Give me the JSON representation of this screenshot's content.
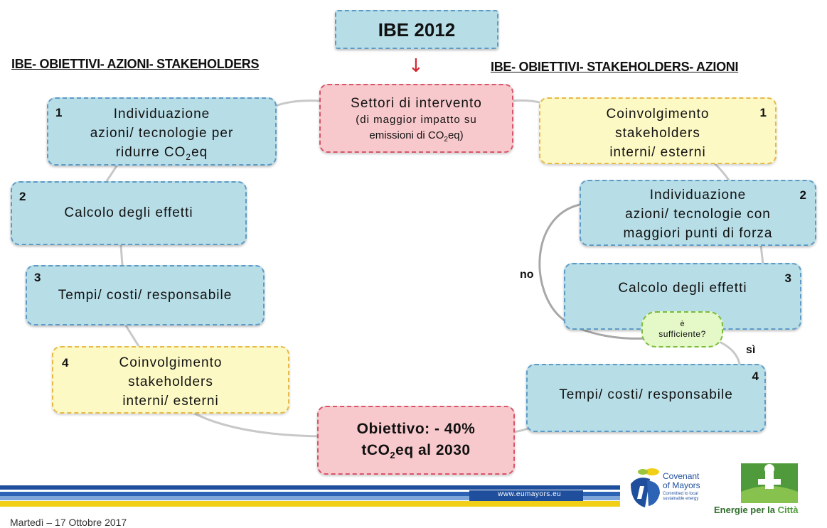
{
  "title": "IBE 2012",
  "left_heading": "IBE- OBIETTIVI- AZIONI- STAKEHOLDERS",
  "right_heading": "IBE- OBIETTIVI- STAKEHOLDERS- AZIONI",
  "arrow": "↓",
  "center_top": {
    "line1": "Settori di intervento",
    "line2": "(di maggior impatto su",
    "line3a": "emissioni di CO",
    "line3sub": "2",
    "line3b": "eq)"
  },
  "center_bottom": {
    "line1": "Obiettivo: - 40%",
    "line2a": "tCO",
    "line2sub": "2",
    "line2b": "eq al 2030"
  },
  "left_steps": [
    {
      "num": "1",
      "line1": "Individuazione",
      "line2": "azioni/ tecnologie per",
      "line3a": "ridurre CO",
      "line3sub": "2",
      "line3b": "eq"
    },
    {
      "num": "2",
      "text": "Calcolo degli effetti"
    },
    {
      "num": "3",
      "text": "Tempi/ costi/ responsabile"
    },
    {
      "num": "4",
      "line1": "Coinvolgimento",
      "line2": "stakeholders",
      "line3": "interni/ esterni"
    }
  ],
  "right_steps": [
    {
      "num": "1",
      "line1": "Coinvolgimento",
      "line2": "stakeholders",
      "line3": "interni/ esterni"
    },
    {
      "num": "2",
      "line1": "Individuazione",
      "line2": "azioni/ tecnologie con",
      "line3": "maggiori punti di forza"
    },
    {
      "num": "3",
      "text": "Calcolo degli effetti"
    },
    {
      "num": "4",
      "text": "Tempi/ costi/ responsabile"
    }
  ],
  "decision": {
    "line1": "è",
    "line2": "sufficiente?"
  },
  "no_label": "no",
  "yes_label": "sì",
  "footer": {
    "website": "www.eumayors.eu",
    "date": "Martedì – 17 Ottobre 2017",
    "covenant_line1": "Covenant",
    "covenant_line2": "of Mayors",
    "covenant_tag1": "Committed to local",
    "covenant_tag2": "sustainable energy",
    "energie_a": "Energie per la ",
    "energie_b": "Città"
  },
  "colors": {
    "blue_box": "#b7dde6",
    "yellow_box": "#fdf9c4",
    "red_box": "#f8c9cc",
    "green_box": "#e4f8c8",
    "arrow": "#d1262f",
    "band_blue": "#1f4f9c",
    "band_yellow": "#f2cf17"
  }
}
